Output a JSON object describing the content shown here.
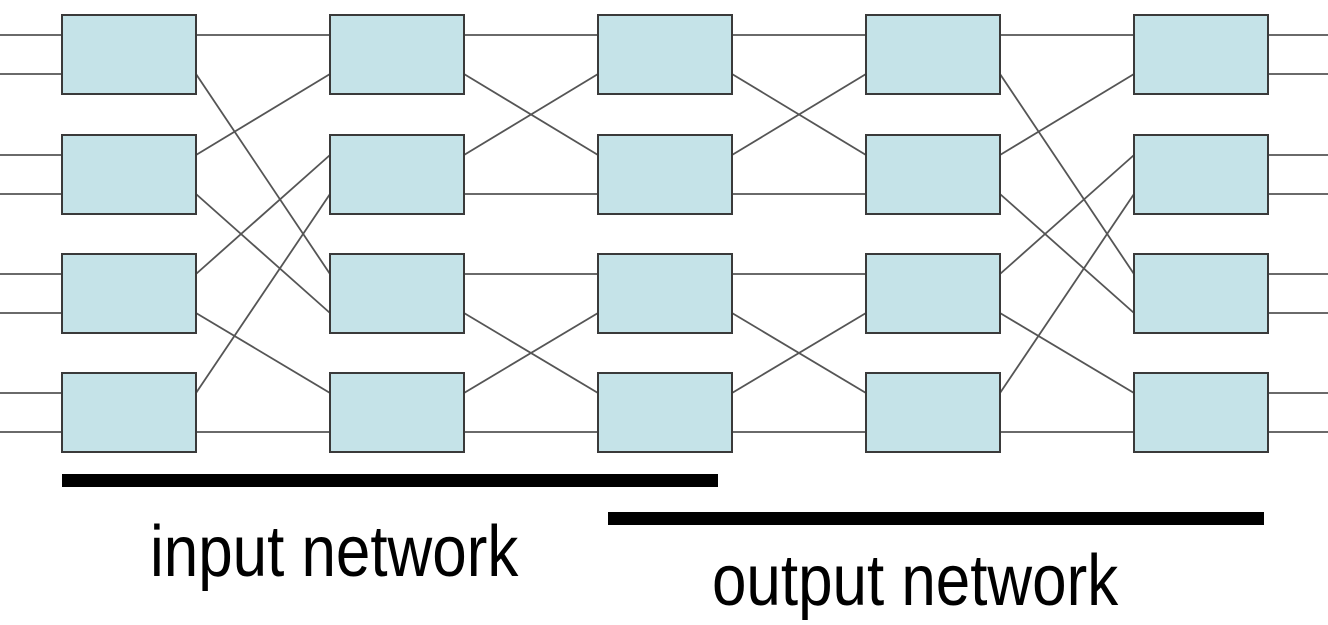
{
  "diagram": {
    "stages": 5,
    "switches_per_stage": 4,
    "ports_per_switch": 2,
    "connections": [
      {
        "from_stage": 1,
        "to_stage": 2,
        "targets": [
          [
            0,
            2
          ],
          [
            0,
            2
          ],
          [
            1,
            3
          ],
          [
            1,
            3
          ]
        ]
      },
      {
        "from_stage": 2,
        "to_stage": 3,
        "targets": [
          [
            0,
            1
          ],
          [
            0,
            1
          ],
          [
            2,
            3
          ],
          [
            2,
            3
          ]
        ]
      },
      {
        "from_stage": 3,
        "to_stage": 4,
        "targets": [
          [
            0,
            1
          ],
          [
            0,
            1
          ],
          [
            2,
            3
          ],
          [
            2,
            3
          ]
        ]
      },
      {
        "from_stage": 4,
        "to_stage": 5,
        "targets": [
          [
            0,
            2
          ],
          [
            0,
            2
          ],
          [
            1,
            3
          ],
          [
            1,
            3
          ]
        ]
      }
    ],
    "labels": {
      "input_network": "input network",
      "output_network": "output network"
    },
    "colors": {
      "switch_fill": "#c5e3e8",
      "switch_stroke": "#3a3a3a",
      "wire": "#555555",
      "bracket": "#000000"
    }
  }
}
